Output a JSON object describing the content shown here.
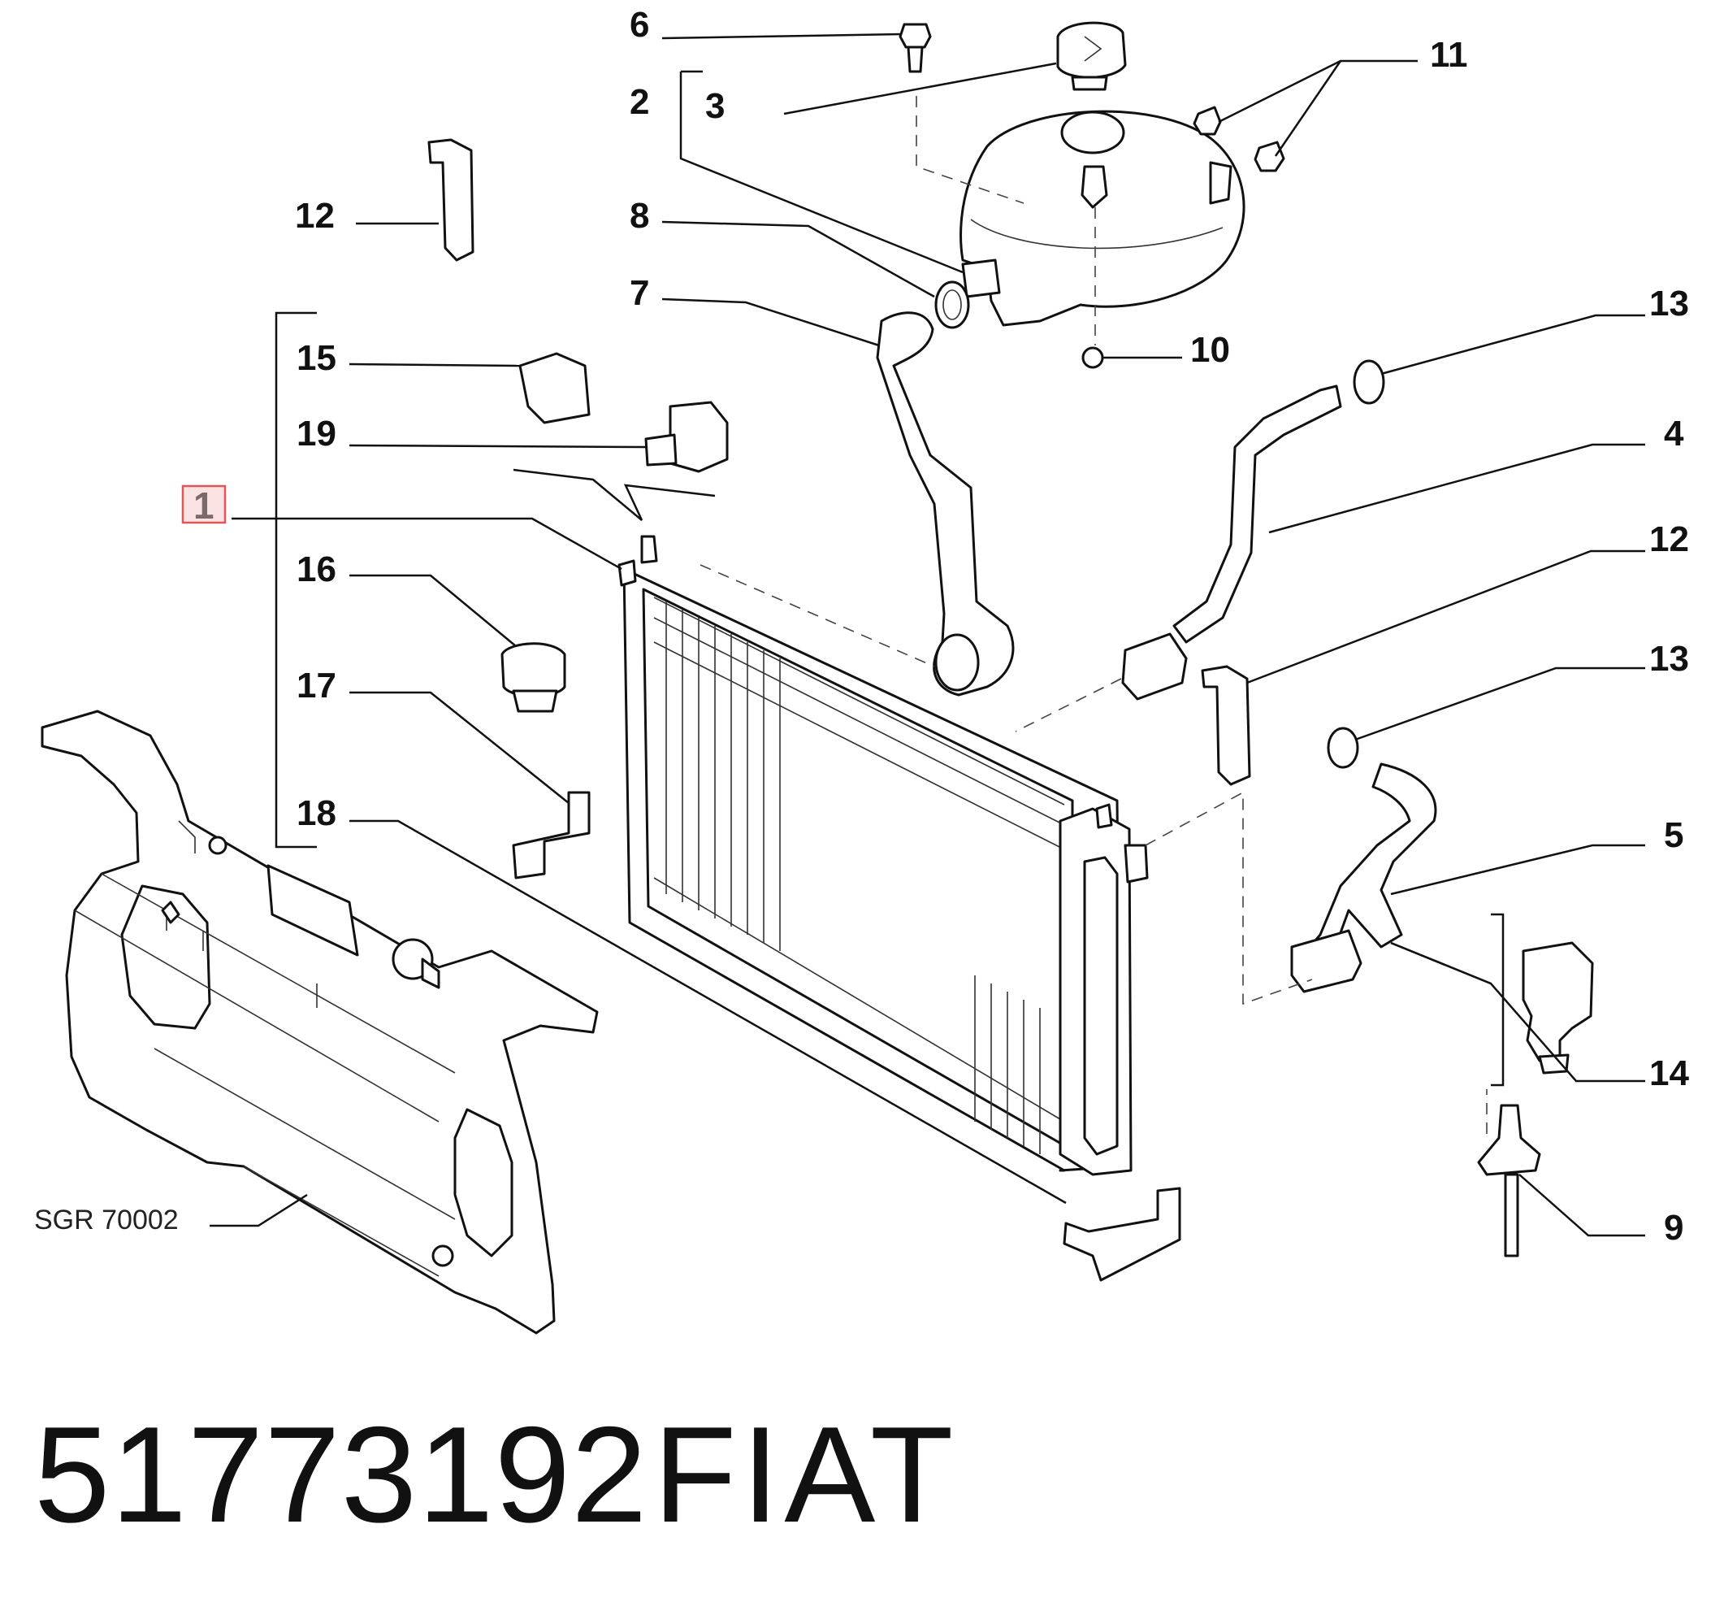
{
  "labels": {
    "l1": "1",
    "l2": "2",
    "l3": "3",
    "l4": "4",
    "l5": "5",
    "l6": "6",
    "l7": "7",
    "l8": "8",
    "l9": "9",
    "l10": "10",
    "l11": "11",
    "l12a": "12",
    "l12b": "12",
    "l13a": "13",
    "l13b": "13",
    "l14": "14",
    "l15": "15",
    "l16": "16",
    "l17": "17",
    "l18": "18",
    "l19": "19"
  },
  "reference": "SGR 70002",
  "footer": {
    "part_number": "51773192",
    "brand": "FIAT"
  },
  "colors": {
    "highlight_fill": "#fbe3e3",
    "highlight_border": "#e05555",
    "ink": "#111111"
  }
}
